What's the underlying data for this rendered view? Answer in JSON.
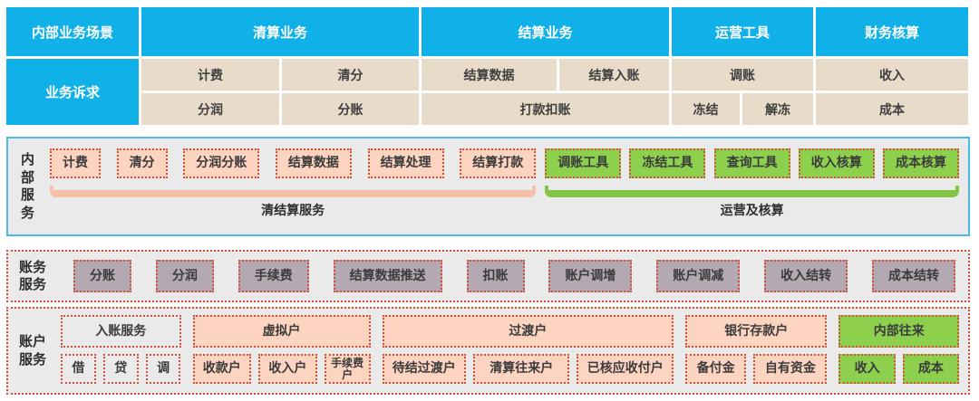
{
  "colors": {
    "header_blue": "#10b1e8",
    "cell_beige": "#e8dbc9",
    "box_pink": "#fcd4c0",
    "box_green": "#8dd04e",
    "box_mauve": "#b4a9b2",
    "dotted_border_red": "#d0503a",
    "frame_blue": "#4db9e6",
    "section_gray": "#eaeaea"
  },
  "scenario_table": {
    "corner_header": "内部业务场景",
    "corner_cell": "业务诉求",
    "clearing": {
      "header": "清算业务",
      "r1c1": "计费",
      "r1c2": "清分",
      "r2c1": "分润",
      "r2c2": "分账"
    },
    "settlement": {
      "header": "结算业务",
      "r1c1": "结算数据",
      "r1c2": "结算入账",
      "r2": "打款扣账"
    },
    "operations": {
      "header": "运营工具",
      "r1": "调账",
      "r2c1": "冻结",
      "r2c2": "解冻"
    },
    "finance": {
      "header": "财务核算",
      "r1": "收入",
      "r2": "成本"
    }
  },
  "internal_services": {
    "label": "内部服务",
    "clearing_boxes": [
      "计费",
      "清分",
      "分润分账",
      "结算数据",
      "结算处理",
      "结算打款"
    ],
    "clearing_caption": "清结算服务",
    "ops_boxes": [
      "调账工具",
      "冻结工具",
      "查询工具",
      "收入核算",
      "成本核算"
    ],
    "ops_caption": "运营及核算"
  },
  "accounting_services": {
    "label": "账务服务",
    "boxes": [
      "分账",
      "分润",
      "手续费",
      "结算数据推送",
      "扣账",
      "账户调增",
      "账户调减",
      "收入结转",
      "成本结转"
    ]
  },
  "account_services": {
    "label": "账户服务",
    "entry": {
      "header": "入账服务",
      "subs": [
        "借",
        "贷",
        "调"
      ]
    },
    "virtual": {
      "header": "虚拟户",
      "subs": [
        "收款户",
        "收入户",
        "手续费户"
      ]
    },
    "transit": {
      "header": "过渡户",
      "subs": [
        "待结过渡户",
        "清算往来户",
        "已核应收付户"
      ]
    },
    "bank": {
      "header": "银行存款户",
      "subs": [
        "备付金",
        "自有资金"
      ]
    },
    "internal": {
      "header": "内部往来",
      "subs": [
        "收入",
        "成本"
      ]
    }
  }
}
